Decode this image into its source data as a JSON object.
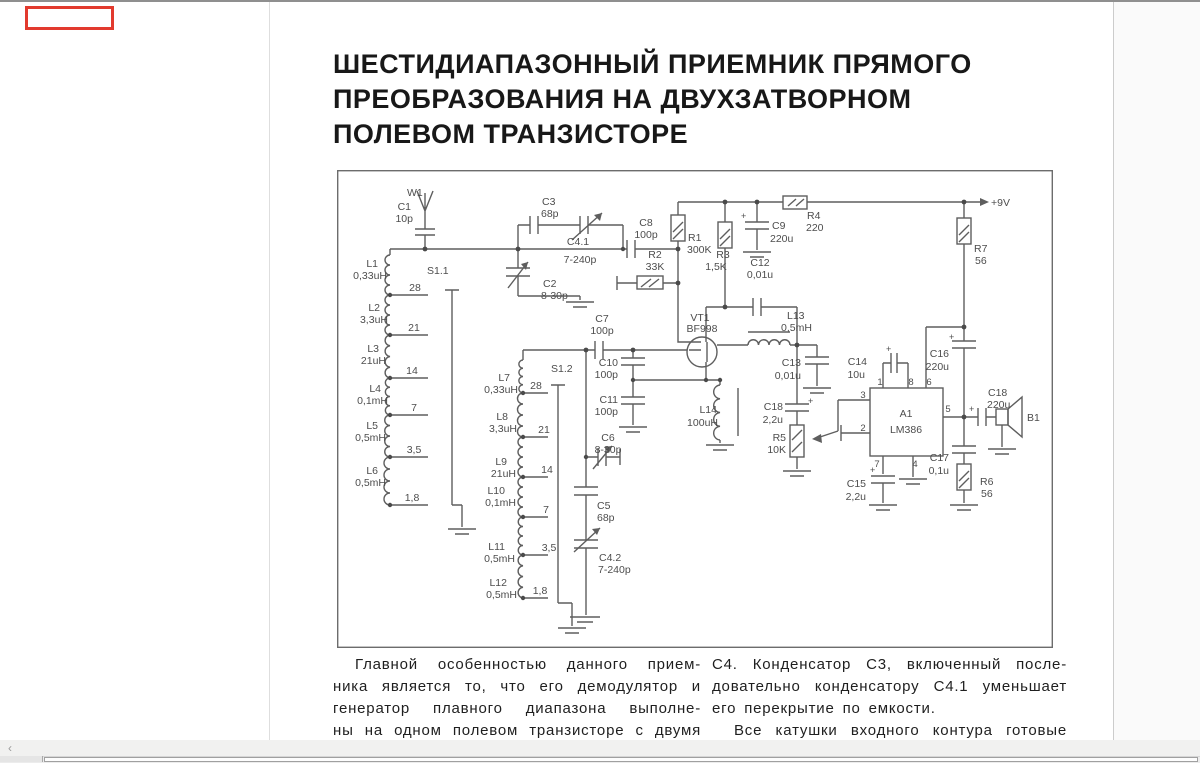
{
  "title": {
    "lines": [
      "ШЕСТИДИАПАЗОННЫЙ ПРИЕМНИК ПРЯМОГО",
      "ПРЕОБРАЗОВАНИЯ НА ДВУХЗАТВОРНОМ",
      "ПОЛЕВОМ ТРАНЗИСТОРЕ"
    ]
  },
  "sch": {
    "w1": "W1",
    "c1": [
      "C1",
      "10p"
    ],
    "l": [
      [
        "L1",
        "0,33uH"
      ],
      [
        "L2",
        "3,3uH"
      ],
      [
        "L3",
        "21uH"
      ],
      [
        "L4",
        "0,1mH"
      ],
      [
        "L5",
        "0,5mH"
      ],
      [
        "L6",
        "0,5mH"
      ],
      [
        "L7",
        "0,33uH"
      ],
      [
        "L8",
        "3,3uH"
      ],
      [
        "L9",
        "21uH"
      ],
      [
        "L10",
        "0,1mH"
      ],
      [
        "L11",
        "0,5mH"
      ],
      [
        "L12",
        "0,5mH"
      ]
    ],
    "taps": [
      "28",
      "21",
      "14",
      "7",
      "3,5",
      "1,8"
    ],
    "s11": "S1.1",
    "s12": "S1.2",
    "c2": [
      "C2",
      "8-30p"
    ],
    "c3": [
      "C3",
      "68p"
    ],
    "c41": [
      "C4.1",
      "7-240p"
    ],
    "c8": [
      "C8",
      "100p"
    ],
    "r1": [
      "R1",
      "300K"
    ],
    "r2": [
      "R2",
      "33K"
    ],
    "r3": [
      "R3",
      "1,5K"
    ],
    "r4": [
      "R4",
      "220"
    ],
    "r7": [
      "R7",
      "56"
    ],
    "c9": [
      "C9",
      "220u"
    ],
    "c12": [
      "C12",
      "0,01u"
    ],
    "pwr": "+9V",
    "vt1": [
      "VT1",
      "BF998"
    ],
    "c7": [
      "C7",
      "100p"
    ],
    "c10": [
      "C10",
      "100p"
    ],
    "c11": [
      "C11",
      "100p"
    ],
    "c6": [
      "C6",
      "8-30p"
    ],
    "c5": [
      "C5",
      "68p"
    ],
    "c42": [
      "C4.2",
      "7-240p"
    ],
    "l13": [
      "L13",
      "0,5mH"
    ],
    "c13": [
      "C13",
      "0,01u"
    ],
    "l14": [
      "L14",
      "100uH"
    ],
    "c18a": [
      "C18",
      "2,2u"
    ],
    "r5": [
      "R5",
      "10K"
    ],
    "c14": [
      "C14",
      "10u"
    ],
    "c16": [
      "C16",
      "220u"
    ],
    "c15": [
      "C15",
      "2,2u"
    ],
    "a1": [
      "A1",
      "LM386"
    ],
    "pins": [
      "1",
      "8",
      "6",
      "3",
      "2",
      "5",
      "7",
      "4"
    ],
    "c17": [
      "C17",
      "0,1u"
    ],
    "r6": [
      "R6",
      "56"
    ],
    "c18b": [
      "C18",
      "220u"
    ],
    "b1": "B1",
    "plus": "+"
  },
  "body_text": {
    "left": [
      "Главной особенностью данного прием-",
      "ника является то, что его демодулятор и",
      "генератор плавного диапазона выполне-",
      "ны на одном полевом транзисторе с двумя"
    ],
    "right": [
      "C4.  Конденсатор C3, включенный после-",
      "довательно конденсатору C4.1 уменьшает",
      "его перекрытие по емкости.",
      "Все катушки входного контура готовые"
    ]
  },
  "scrollbar": {
    "left_arrow": "‹"
  }
}
